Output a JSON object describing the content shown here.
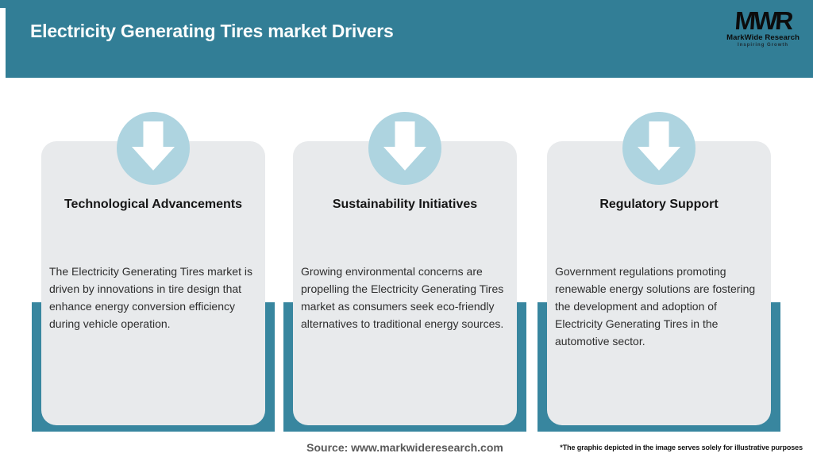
{
  "header": {
    "title": "Electricity Generating Tires market Drivers",
    "logo": {
      "acronym": "MWR",
      "company": "MarkWide Research",
      "tagline": "Inspiring Growth"
    }
  },
  "cards": [
    {
      "icon": "down-arrow-icon",
      "title": "Technological Advancements",
      "body": "The Electricity Generating Tires market is driven by innovations in tire design that enhance energy conversion efficiency during vehicle operation."
    },
    {
      "icon": "down-arrow-icon",
      "title": "Sustainability Initiatives",
      "body": "Growing environmental concerns are propelling the Electricity Generating Tires market as consumers seek eco-friendly alternatives to traditional energy sources."
    },
    {
      "icon": "down-arrow-icon",
      "title": "Regulatory Support",
      "body": "Government regulations promoting renewable energy solutions are fostering the development and adoption of Electricity Generating Tires in the automotive sector."
    }
  ],
  "footer": {
    "source": "Source: www.markwideresearch.com",
    "disclaimer": "*The graphic depicted in the image serves solely for illustrative purposes"
  },
  "colors": {
    "header_bg": "#327E96",
    "backdrop_teal": "#38869F",
    "card_bg": "#E8EAEC",
    "badge_blue": "#AED4E0",
    "arrow_white": "#FFFFFF",
    "title_text": "#FBFDFD",
    "heading_text": "#161616",
    "body_text": "#2E2E2E",
    "source_text": "#595959",
    "logo_text": "#0C0C0C"
  }
}
